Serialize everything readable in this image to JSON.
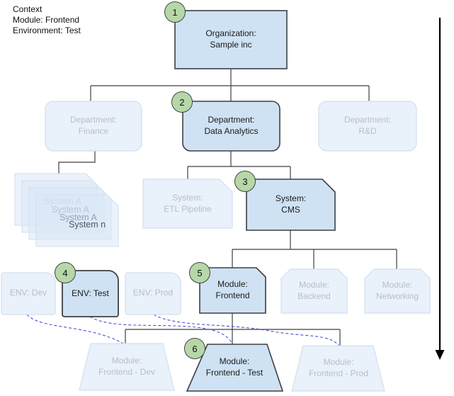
{
  "context": {
    "heading": "Context",
    "module": "Module: Frontend",
    "environment": "Environment: Test"
  },
  "nodes": {
    "organization": {
      "label": "Organization:\nSample inc",
      "step": "1"
    },
    "department_finance": {
      "label": "Department:\nFinance"
    },
    "department_data_analytics": {
      "label": "Department:\nData Analytics",
      "step": "2"
    },
    "department_rd": {
      "label": "Department:\nR&D"
    },
    "system_stack": {
      "labels": [
        "System A",
        "System A",
        "System A",
        "System n"
      ]
    },
    "system_etl": {
      "label": "System:\nETL Pipeline"
    },
    "system_cms": {
      "label": "System:\nCMS",
      "step": "3"
    },
    "env_dev": {
      "label": "ENV: Dev"
    },
    "env_test": {
      "label": "ENV: Test",
      "step": "4"
    },
    "env_prod": {
      "label": "ENV: Prod"
    },
    "module_frontend": {
      "label": "Module:\nFrontend",
      "step": "5"
    },
    "module_backend": {
      "label": "Module:\nBackend"
    },
    "module_networking": {
      "label": "Module:\nNetworking"
    },
    "module_frontend_dev": {
      "label": "Module:\nFrontend - Dev"
    },
    "module_frontend_test": {
      "label": "Module:\nFrontend - Test",
      "step": "6"
    },
    "module_frontend_prod": {
      "label": "Module:\nFrontend - Prod"
    }
  },
  "colors": {
    "highlight_fill": "#cfe2f3",
    "highlight_border": "#3d4044",
    "faded_fill": "#e9f1fb",
    "faded_border": "#d3dfee",
    "faded_text": "#b9bec6",
    "step_badge_fill": "#b6d7a8",
    "dashed_link": "#4a53d6",
    "connector": "#3f3f3f"
  }
}
